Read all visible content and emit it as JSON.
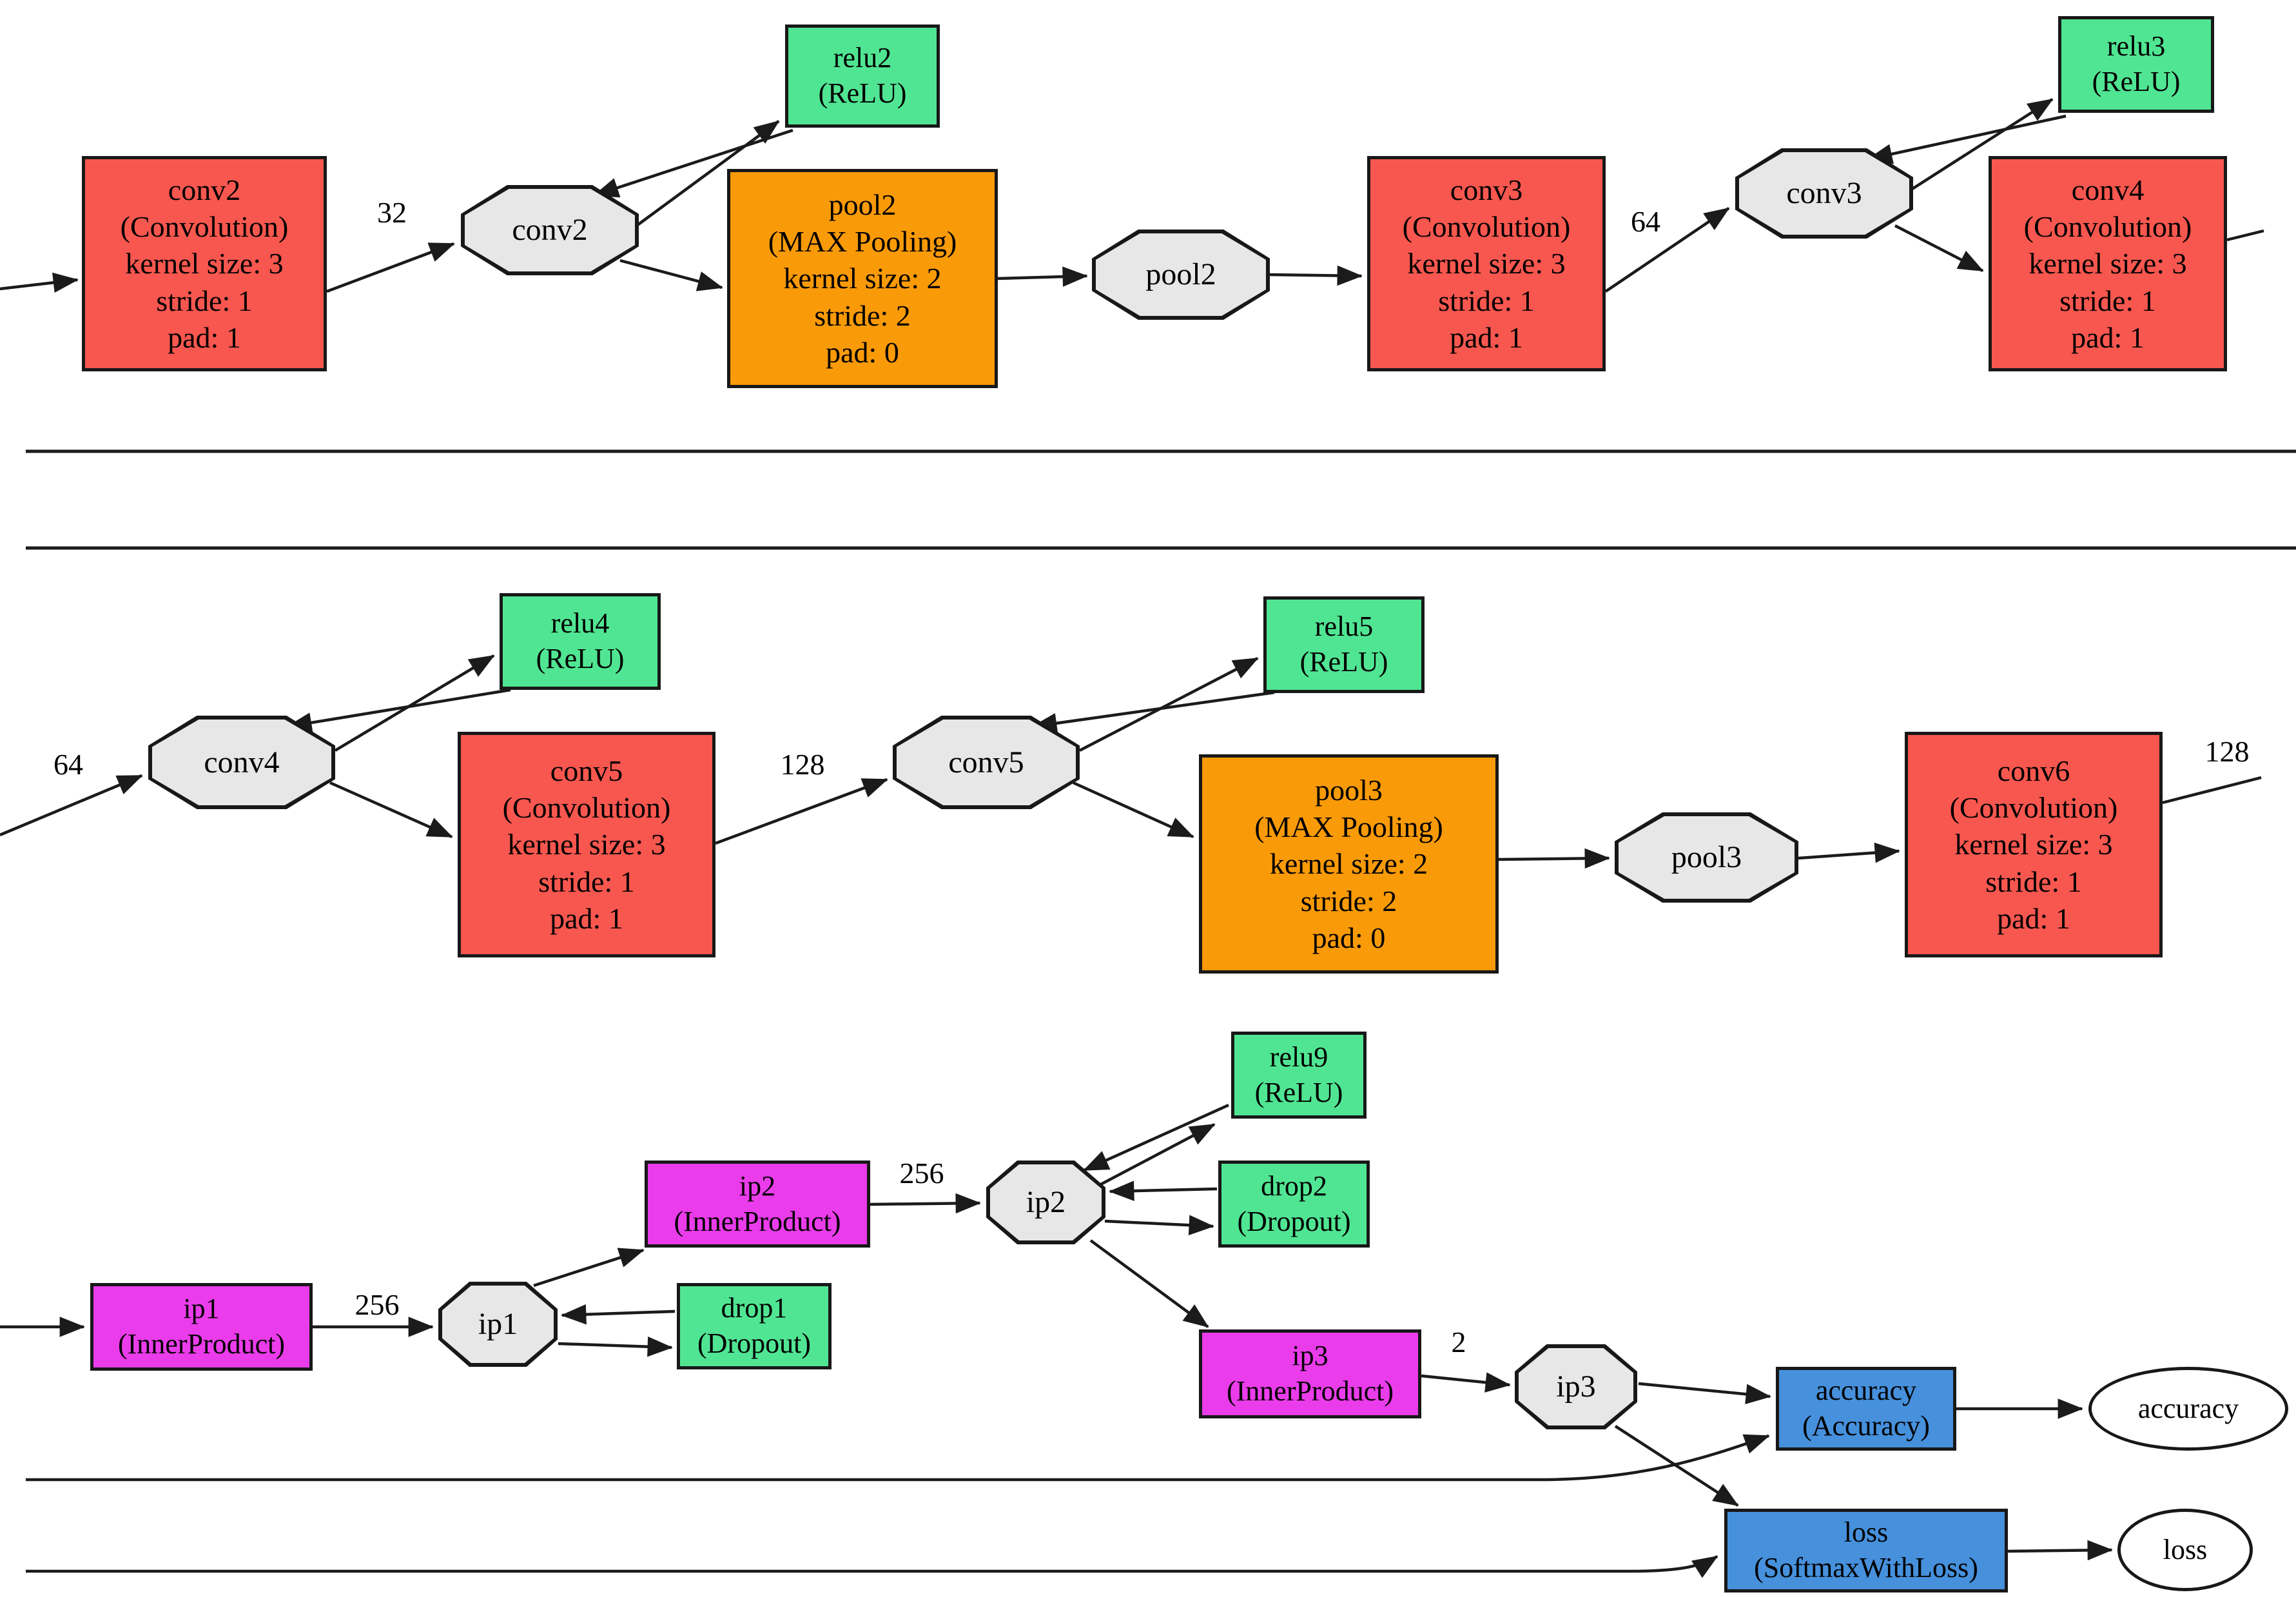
{
  "diagram": {
    "title": "caffe-network-architecture-graph",
    "colors": {
      "convolution_fill": "#F7574F",
      "pooling_fill": "#F99A08",
      "activation_fill": "#50E593",
      "inner_product_fill": "#EA3CEA",
      "output_layer_fill": "#4690DC",
      "blob_fill": "#E7E7E7",
      "edge_stroke": "#1b1b1b",
      "background": "#ffffff"
    },
    "nodes": {
      "conv2_layer": {
        "label": "conv2\n(Convolution)\nkernel size: 3\nstride: 1\npad: 1"
      },
      "conv2_blob": {
        "label": "conv2"
      },
      "relu2_layer": {
        "label": "relu2\n(ReLU)"
      },
      "pool2_layer": {
        "label": "pool2\n(MAX Pooling)\nkernel size: 2\nstride: 2\npad: 0"
      },
      "pool2_blob": {
        "label": "pool2"
      },
      "conv3_layer": {
        "label": "conv3\n(Convolution)\nkernel size: 3\nstride: 1\npad: 1"
      },
      "conv3_blob": {
        "label": "conv3"
      },
      "relu3_layer": {
        "label": "relu3\n(ReLU)"
      },
      "conv4_layer": {
        "label": "conv4\n(Convolution)\nkernel size: 3\nstride: 1\npad: 1"
      },
      "conv4_blob": {
        "label": "conv4"
      },
      "relu4_layer": {
        "label": "relu4\n(ReLU)"
      },
      "conv5_layer": {
        "label": "conv5\n(Convolution)\nkernel size: 3\nstride: 1\npad: 1"
      },
      "conv5_blob": {
        "label": "conv5"
      },
      "relu5_layer": {
        "label": "relu5\n(ReLU)"
      },
      "pool3_layer": {
        "label": "pool3\n(MAX Pooling)\nkernel size: 2\nstride: 2\npad: 0"
      },
      "pool3_blob": {
        "label": "pool3"
      },
      "conv6_layer": {
        "label": "conv6\n(Convolution)\nkernel size: 3\nstride: 1\npad: 1"
      },
      "relu9_layer": {
        "label": "relu9\n(ReLU)"
      },
      "ip1_layer": {
        "label": "ip1\n(InnerProduct)"
      },
      "ip1_blob": {
        "label": "ip1"
      },
      "drop1_layer": {
        "label": "drop1\n(Dropout)"
      },
      "ip2_layer": {
        "label": "ip2\n(InnerProduct)"
      },
      "ip2_blob": {
        "label": "ip2"
      },
      "drop2_layer": {
        "label": "drop2\n(Dropout)"
      },
      "ip3_layer": {
        "label": "ip3\n(InnerProduct)"
      },
      "ip3_blob": {
        "label": "ip3"
      },
      "accuracy_layer": {
        "label": "accuracy\n(Accuracy)"
      },
      "accuracy_blob": {
        "label": "accuracy"
      },
      "loss_layer": {
        "label": "loss\n(SoftmaxWithLoss)"
      },
      "loss_blob": {
        "label": "loss"
      }
    },
    "edge_labels": {
      "conv2_out": "32",
      "conv3_out": "64",
      "row2_in": "64",
      "conv5_out": "128",
      "conv6_out": "128",
      "ip1_out": "256",
      "ip2_out": "256",
      "ip3_out": "2"
    }
  }
}
